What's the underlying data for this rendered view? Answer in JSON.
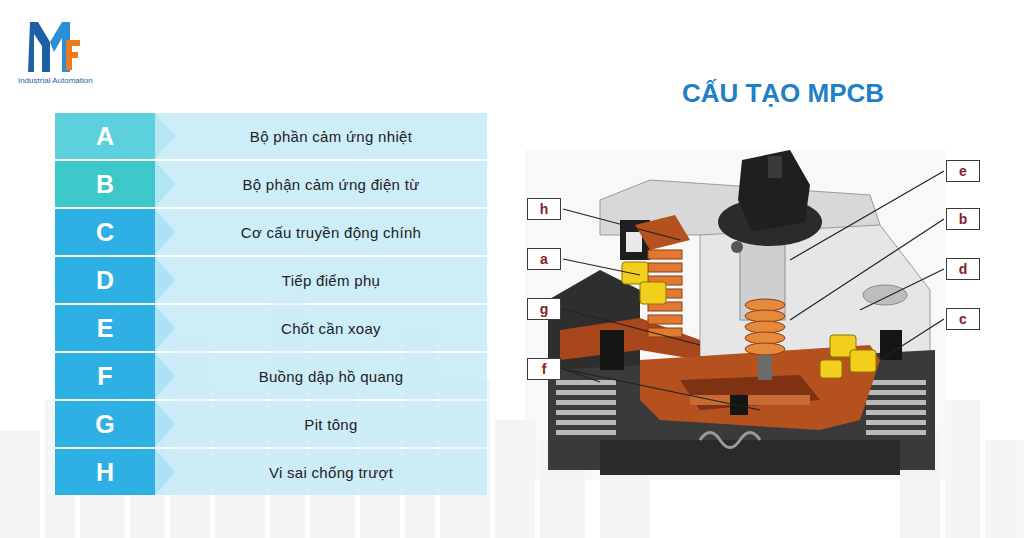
{
  "diagram": {
    "title": "CẤU TẠO MPCB",
    "nodes": [
      {
        "text": [
          "A"
        ]
      },
      {
        "text": [
          "Bộ phần cảm ứng nhiệt"
        ]
      },
      {
        "text": [
          "B"
        ]
      },
      {
        "text": [
          "Bộ phận cảm ứng điện từ"
        ]
      },
      {
        "text": [
          "C"
        ]
      },
      {
        "text": [
          "Cơ cấu truyền động chính"
        ]
      },
      {
        "text": [
          "D"
        ]
      },
      {
        "text": [
          "Tiếp điểm phụ"
        ]
      },
      {
        "text": [
          "E"
        ]
      },
      {
        "text": [
          "Chốt cần xoay"
        ]
      },
      {
        "text": [
          "F"
        ]
      },
      {
        "text": [
          "Buồng dập hồ quang"
        ]
      },
      {
        "text": [
          "G"
        ]
      },
      {
        "text": [
          "Pit tông"
        ]
      },
      {
        "text": [
          "H"
        ]
      },
      {
        "text": [
          "Vi sai chống trượt"
        ]
      },
      {
        "text": [
          "e"
        ]
      },
      {
        "text": [
          "h"
        ]
      },
      {
        "text": [
          "b"
        ]
      },
      {
        "text": [
          "a"
        ]
      },
      {
        "text": [
          "d"
        ]
      },
      {
        "text": [
          "g"
        ]
      },
      {
        "text": [
          "c"
        ]
      },
      {
        "text": [
          "f"
        ]
      }
    ],
    "labels": [
      "Industrial Automation"
    ]
  }
}
